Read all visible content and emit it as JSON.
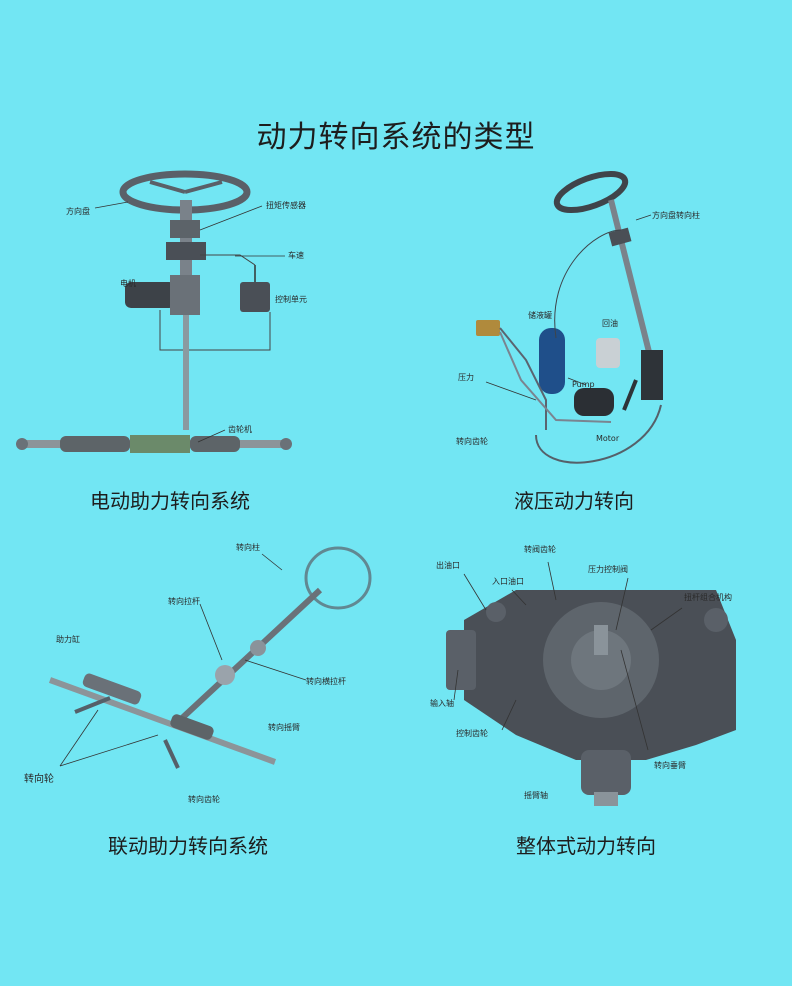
{
  "title": "动力转向系统的类型",
  "panels": {
    "electric": {
      "caption": "电动助力转向系统",
      "labels": [
        "方向盘",
        "扭矩传感器",
        "车速",
        "电机",
        "控制单元",
        "齿轮机"
      ]
    },
    "hydraulic": {
      "caption": "液压动力转向",
      "labels": [
        "方向盘转向柱",
        "压力",
        "储液罐",
        "Pump",
        "Motor",
        "转向齿轮",
        "回油"
      ]
    },
    "linkage": {
      "caption": "联动助力转向系统",
      "labels": [
        "转向柱",
        "转向拉杆",
        "转向轮",
        "转向横拉杆",
        "转向摇臂",
        "转向齿轮",
        "助力缸"
      ]
    },
    "integral": {
      "caption": "整体式动力转向",
      "labels": [
        "出油口",
        "入口油口",
        "转阀齿轮",
        "压力控制阀",
        "扭杆组合机构",
        "输入轴",
        "控制齿轮",
        "转向垂臂",
        "摇臂轴"
      ]
    }
  },
  "colors": {
    "background": "#72e6f3",
    "metal_dark": "#4a4f56",
    "metal_light": "#9aa3ab",
    "rack_green": "#6b8a6a",
    "reservoir_blue": "#1f4f8a"
  }
}
